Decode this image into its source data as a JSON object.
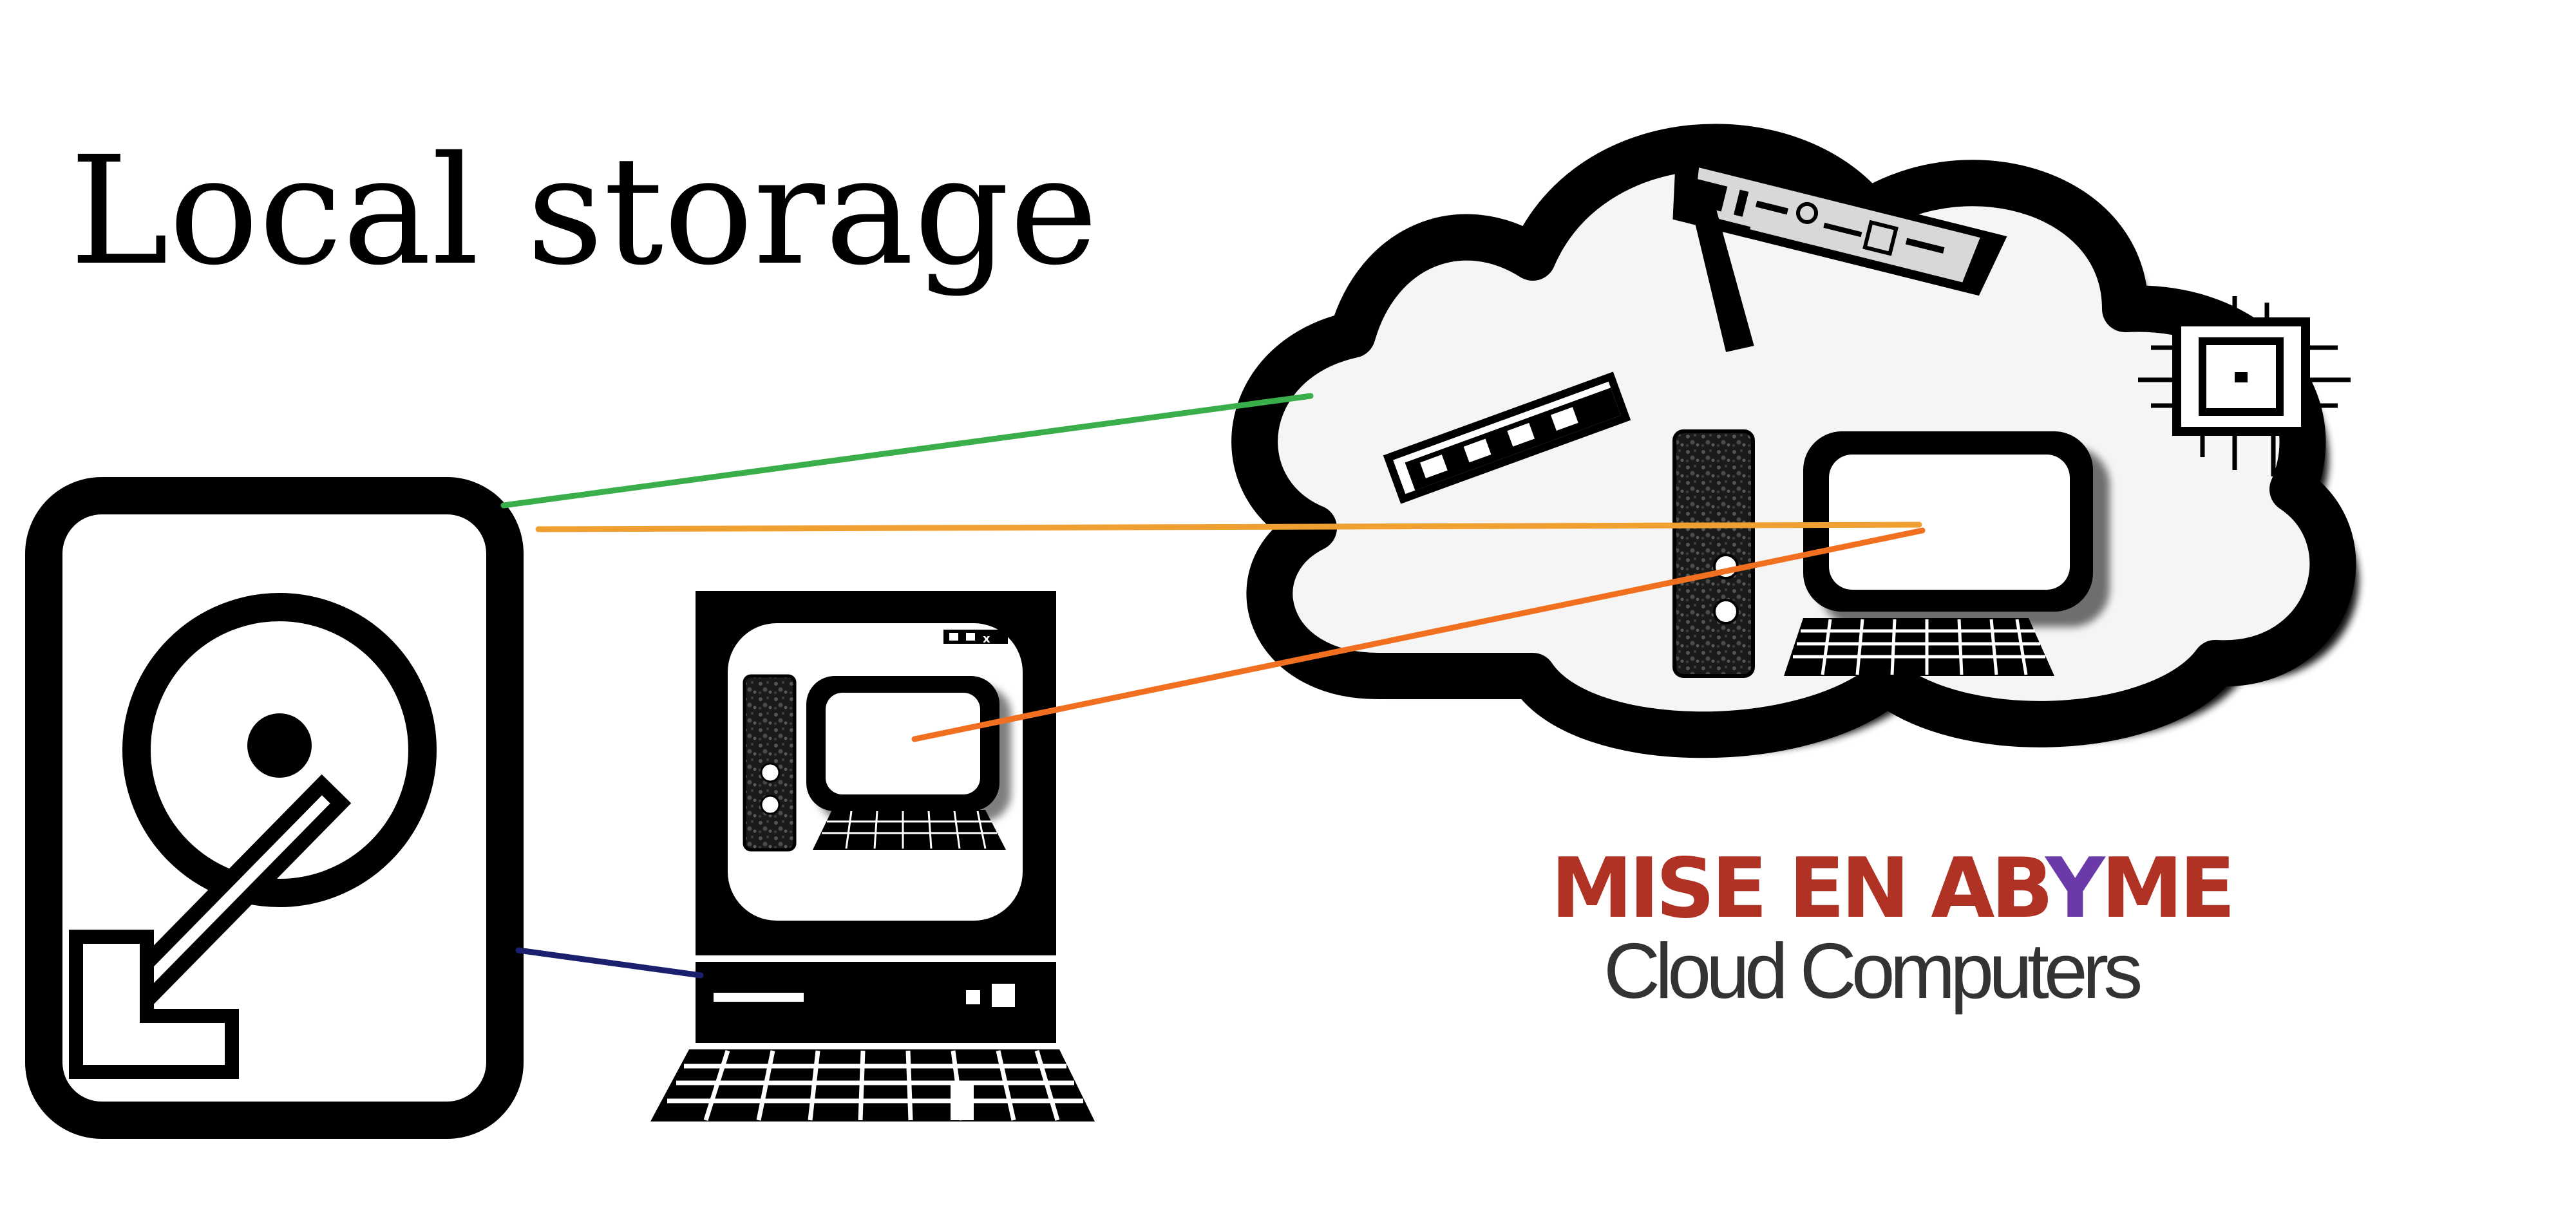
{
  "diagram": {
    "title": "Local storage",
    "brand": {
      "line1_a": "MISE EN AB",
      "line1_b": "Y",
      "line1_c": "ME",
      "line2": "Cloud Computers"
    }
  },
  "colors": {
    "brand_red": "#b03224",
    "brand_purple": "#6a3aa8",
    "brand_gray": "#333333",
    "link_green": "#3aae4a",
    "link_orange_light": "#f0a030",
    "link_orange": "#f07020",
    "link_navy": "#1a1f6e",
    "cloud_fill": "#f5f5f5",
    "outline": "#000000"
  },
  "icons": [
    "hard-drive-icon",
    "retro-computer-icon",
    "cloud-icon",
    "ram-stick-icon",
    "expansion-card-icon",
    "cpu-chip-icon",
    "desktop-computer-icon"
  ]
}
